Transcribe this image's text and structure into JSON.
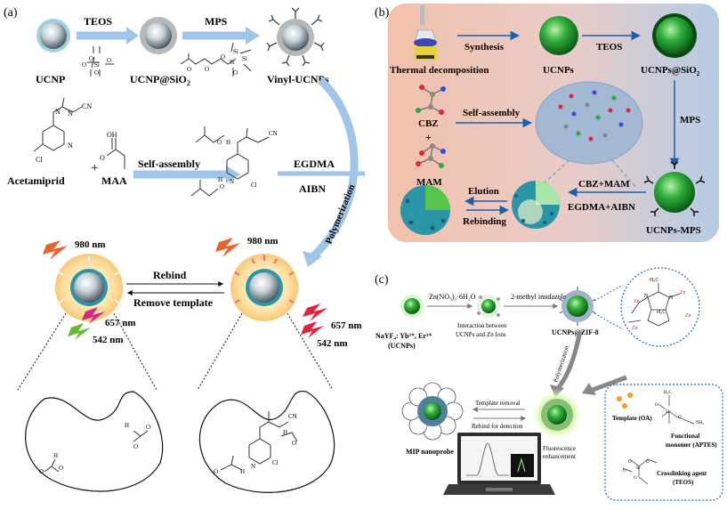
{
  "panel_a": {
    "tag": "(a)",
    "row1": {
      "teos": "TEOS",
      "mps": "MPS",
      "ucnp": "UCNP",
      "ucnp_sio2": "UCNP@SiO",
      "ucnp_sio2_sub": "2",
      "vinyl": "Vinyl-UCNPs"
    },
    "row2": {
      "plus": "+",
      "self_assembly": "Self-assembly",
      "egdma": "EGDMA",
      "aibn": "AIBN",
      "polymerization": "Polymerization",
      "acetamiprid": "Acetamiprid",
      "maa": "MAA",
      "cn": "CN",
      "cl": "Cl",
      "n": "N",
      "h": "H",
      "o": "O",
      "oh": "OH",
      "si": "Si"
    },
    "row3": {
      "nm980_left": "980 nm",
      "nm980_right": "980 nm",
      "rebind": "Rebind",
      "remove": "Remove template",
      "nm657_left": "657 nm",
      "nm542_left": "542 nm",
      "nm657_right": "657 nm",
      "nm542_right": "542 nm"
    }
  },
  "panel_b": {
    "tag": "(b)",
    "synthesis": "Synthesis",
    "teos": "TEOS",
    "thermal": "Thermal decomposition",
    "ucnps": "UCNPs",
    "ucnps_sio2": "UCNPs@SiO",
    "sio2_sub": "2",
    "cbz": "CBZ",
    "plus": "+",
    "mam": "MAM",
    "self_assembly": "Self-assembly",
    "mps": "MPS",
    "elution": "Elution",
    "rebinding": "Rebinding",
    "cbz_mam": "CBZ+MAM",
    "egdma_aibn": "EGDMA+AIBN",
    "ucnps_mps": "UCNPs-MPS",
    "colors": {
      "bg_left": "#f2c7b3",
      "bg_right": "#b9cde3",
      "arrow": "#1d5fa7",
      "green": "#1e9b3a"
    }
  },
  "panel_c": {
    "tag": "(c)",
    "zn_reagent": "Zn(NO₃)₂·6H₂O",
    "methyl_imidazole": "2-methyl imidazole",
    "nayf4": "NaYF₄: Yb³⁺, Er³⁺",
    "ucnps_paren": "(UCNPs)",
    "interaction_1": "Interaction between",
    "interaction_2": "UCNPs and Zn Ions",
    "ucnps_zif8": "UCNPs@ZIF-8",
    "polymerization": "Polymerization",
    "template_oa": "Template (OA)",
    "functional_1": "Functional",
    "functional_2": "monomer (APTES)",
    "crosslinking_1": "Crosslinking agent",
    "crosslinking_2": "(TEOS)",
    "template_removal": "Template removal",
    "rebind_detection": "Rebind for detection",
    "mip_nanoprobe": "MIP nanoprobe",
    "fluor_1": "Fluorescence",
    "fluor_2": "enhancement",
    "zn": "Zn",
    "h3c": "H₃C",
    "nh2": "NH₂",
    "si": "Si",
    "o": "O",
    "n": "N",
    "colors": {
      "dotted_border": "#2a66b0",
      "green": "#3cb043",
      "arrow_gray": "#888888"
    }
  }
}
